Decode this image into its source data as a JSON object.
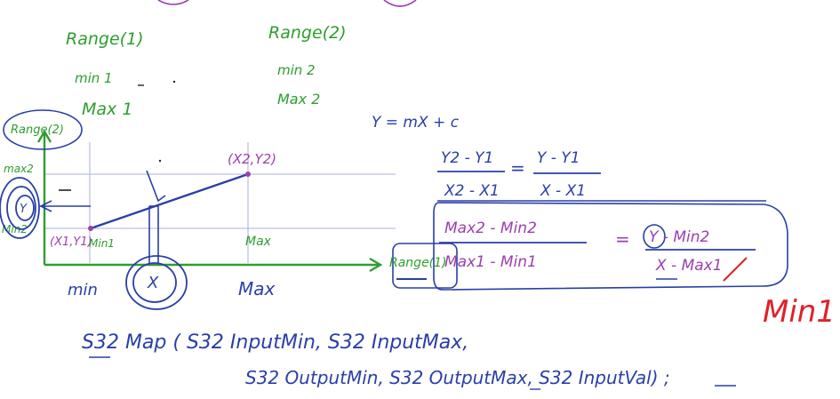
{
  "colors": {
    "green": "#2e9e2e",
    "blue": "#2a3fa8",
    "red": "#e0202a",
    "grid": "#aab2dc"
  },
  "range1": {
    "title": "Range(1)",
    "min": "min 1",
    "max": "Max 1"
  },
  "range2": {
    "title": "Range(2)",
    "min": "min 2",
    "max": "Max 2"
  },
  "graph": {
    "y_axis_label": "Range(2)",
    "x_axis_label": "Range(1)",
    "y_max": "max2",
    "y_min": "Min2",
    "x_min": "min",
    "x_max": "Max",
    "x_input": "X",
    "y_output": "Y",
    "point1": "(X1,Y1)",
    "point1_min": "Min1",
    "point2": "(X2,Y2)",
    "point2_max": "Max"
  },
  "equations": {
    "line": "Y = mX + c",
    "lhs_num": "Y2 - Y1",
    "lhs_den": "X2 - X1",
    "equals": "=",
    "rhs_num": "Y - Y1",
    "rhs_den": "X - X1",
    "sub_lhs_num": "Max2 - Min2",
    "sub_lhs_den": "Max1 - Min1",
    "sub_rhs_num": "Y - Min2",
    "sub_rhs_den": "X - Max1",
    "red_text": "Min1"
  },
  "code": {
    "line1": "S32  Map  ( S32 InputMin, S32 InputMax,",
    "line2": "S32 OutputMin, S32 OutputMax, S32 InputVal) ;"
  }
}
